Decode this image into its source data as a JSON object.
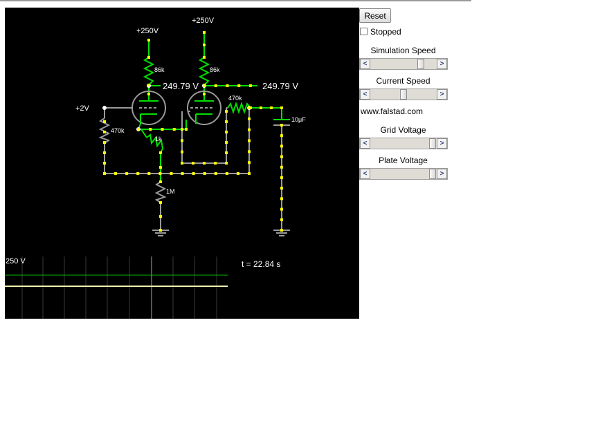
{
  "circuit": {
    "supply_left": "+250V",
    "supply_right": "+250V",
    "plate_res_left": "86k",
    "plate_res_right": "86k",
    "volt_left": "249.79 V",
    "volt_right": "249.79 V",
    "grid_source": "+2V",
    "grid_res": "470k",
    "cathode_res": "1k",
    "bottom_res": "1M",
    "coupling_res": "470k",
    "cap": "10μF"
  },
  "scope": {
    "scale": "250 V",
    "time": "t = 22.84 s"
  },
  "controls": {
    "reset": "Reset",
    "stopped": "Stopped",
    "stopped_checked": false,
    "site": "www.falstad.com",
    "sliders": [
      {
        "label": "Simulation Speed",
        "value": 0.79
      },
      {
        "label": "Current Speed",
        "value": 0.5
      },
      {
        "label": "Grid Voltage",
        "value": 0.99
      },
      {
        "label": "Plate Voltage",
        "value": 0.99
      }
    ]
  },
  "colors": {
    "wire_high": "#00e000",
    "wire_gray": "#9a9a9a",
    "current_dot": "#ffff00",
    "scope_green": "#00c000",
    "scope_yellow": "#f0f0b0"
  }
}
